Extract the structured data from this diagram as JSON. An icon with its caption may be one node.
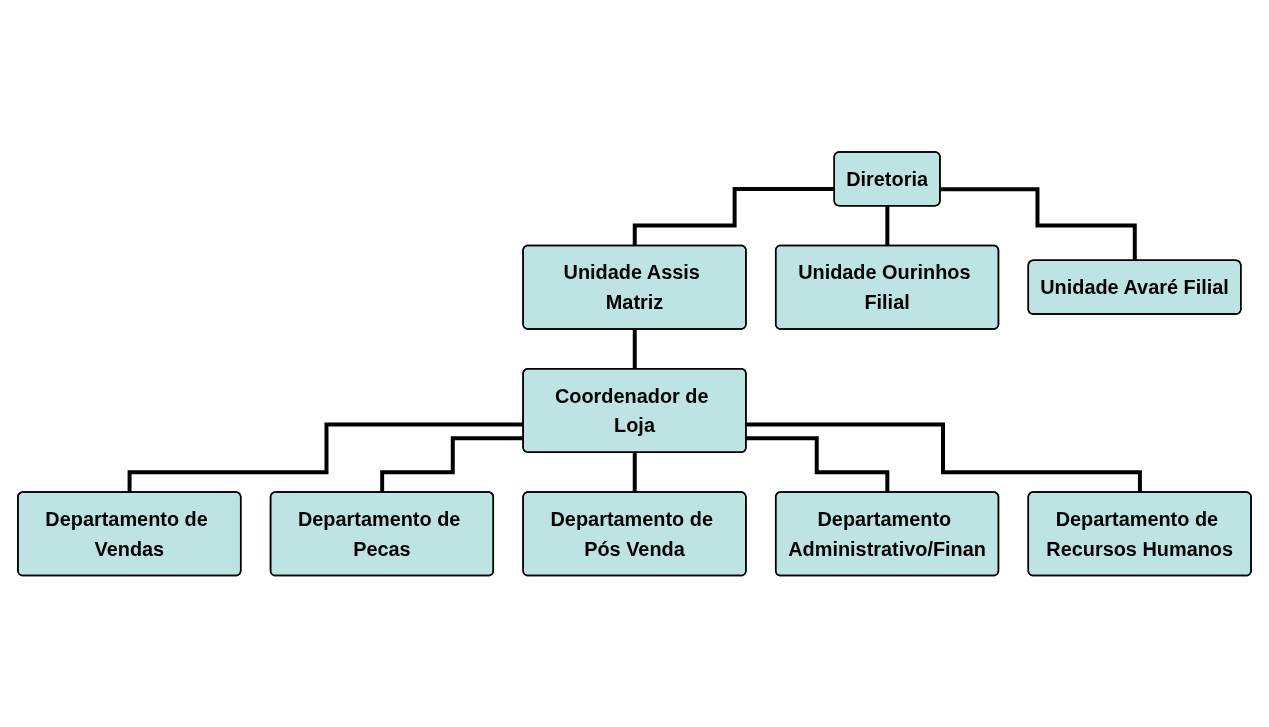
{
  "diagram": {
    "nodes": [
      {
        "text": [
          "Diretoria"
        ]
      },
      {
        "text": [
          "Unidade Assis Matriz"
        ]
      },
      {
        "text": [
          "Unidade Ourinhos Filial"
        ]
      },
      {
        "text": [
          "Unidade Avaré Filial"
        ]
      },
      {
        "text": [
          "Coordenador de Loja"
        ]
      },
      {
        "text": [
          "Departamento de Vendas"
        ]
      },
      {
        "text": [
          "Departamento de Pecas"
        ]
      },
      {
        "text": [
          "Departamento de Pós Venda"
        ]
      },
      {
        "text": [
          "Departamento Administrativo/Finan"
        ]
      },
      {
        "text": [
          "Departamento de Recursos Humanos"
        ]
      }
    ],
    "edges": [
      {
        "from": 0,
        "to": 1,
        "arrow": "none"
      },
      {
        "from": 0,
        "to": 2,
        "arrow": "none"
      },
      {
        "from": 0,
        "to": 3,
        "arrow": "none"
      },
      {
        "from": 1,
        "to": 4,
        "arrow": "none"
      },
      {
        "from": 4,
        "to": 5,
        "arrow": "none"
      },
      {
        "from": 4,
        "to": 6,
        "arrow": "none"
      },
      {
        "from": 4,
        "to": 7,
        "arrow": "none"
      },
      {
        "from": 4,
        "to": 8,
        "arrow": "none"
      },
      {
        "from": 4,
        "to": 9,
        "arrow": "none"
      }
    ]
  }
}
